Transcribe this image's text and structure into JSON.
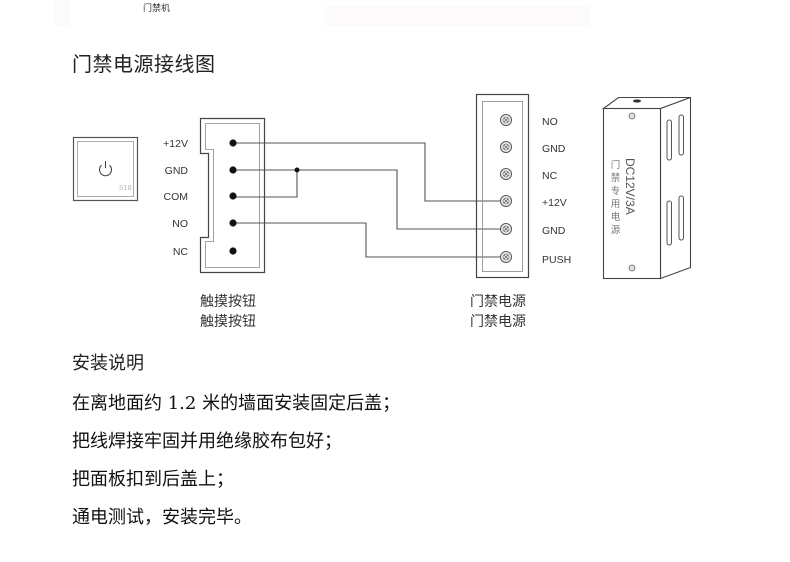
{
  "top_strip": {
    "label": "门禁机"
  },
  "diagram": {
    "title": "门禁电源接线图",
    "touch_button": {
      "icon": "power-icon",
      "model_mark": "S18",
      "caption_line1": "触摸按钮",
      "caption_line2": "触摸按钮"
    },
    "button_connector": {
      "pins": [
        "+12V",
        "GND",
        "COM",
        "NO",
        "NC"
      ]
    },
    "power_terminal_block": {
      "terminals": [
        "NO",
        "GND",
        "NC",
        "+12V",
        "GND",
        "PUSH"
      ],
      "caption_line1": "门禁电源",
      "caption_line2": "门禁电源"
    },
    "power_supply_box": {
      "rating": "DC12V/3A",
      "label": "门禁专用电源"
    },
    "connections": [
      {
        "from": "+12V",
        "to": "+12V"
      },
      {
        "from": "GND",
        "to": "GND"
      },
      {
        "from": "COM",
        "to": "GND"
      },
      {
        "from": "NO",
        "to": "PUSH"
      }
    ]
  },
  "instructions": {
    "title": "安装说明",
    "steps": [
      "在离地面约 1.2 米的墙面安装固定后盖；",
      "把线焊接牢固并用绝缘胶布包好；",
      "把面板扣到后盖上；",
      "通电测试，安装完毕。"
    ]
  }
}
